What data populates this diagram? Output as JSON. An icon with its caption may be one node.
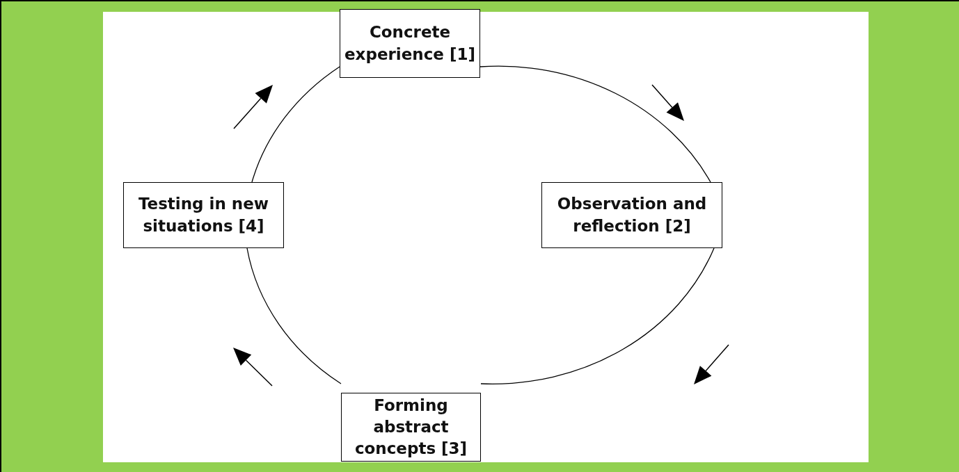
{
  "diagram": {
    "nodes": [
      {
        "text": [
          "Concrete experience [1]"
        ]
      },
      {
        "text": [
          "Observation and reflection [2]"
        ]
      },
      {
        "text": [
          "Forming abstract concepts [3]"
        ]
      },
      {
        "text": [
          "Testing in new situations [4]"
        ]
      }
    ],
    "edges": [
      {
        "from": 0,
        "to": 1,
        "arrow": "none"
      },
      {
        "from": 1,
        "to": 2,
        "arrow": "none"
      },
      {
        "from": 2,
        "to": 3,
        "arrow": "none"
      },
      {
        "from": 3,
        "to": 0,
        "arrow": "none"
      }
    ]
  }
}
